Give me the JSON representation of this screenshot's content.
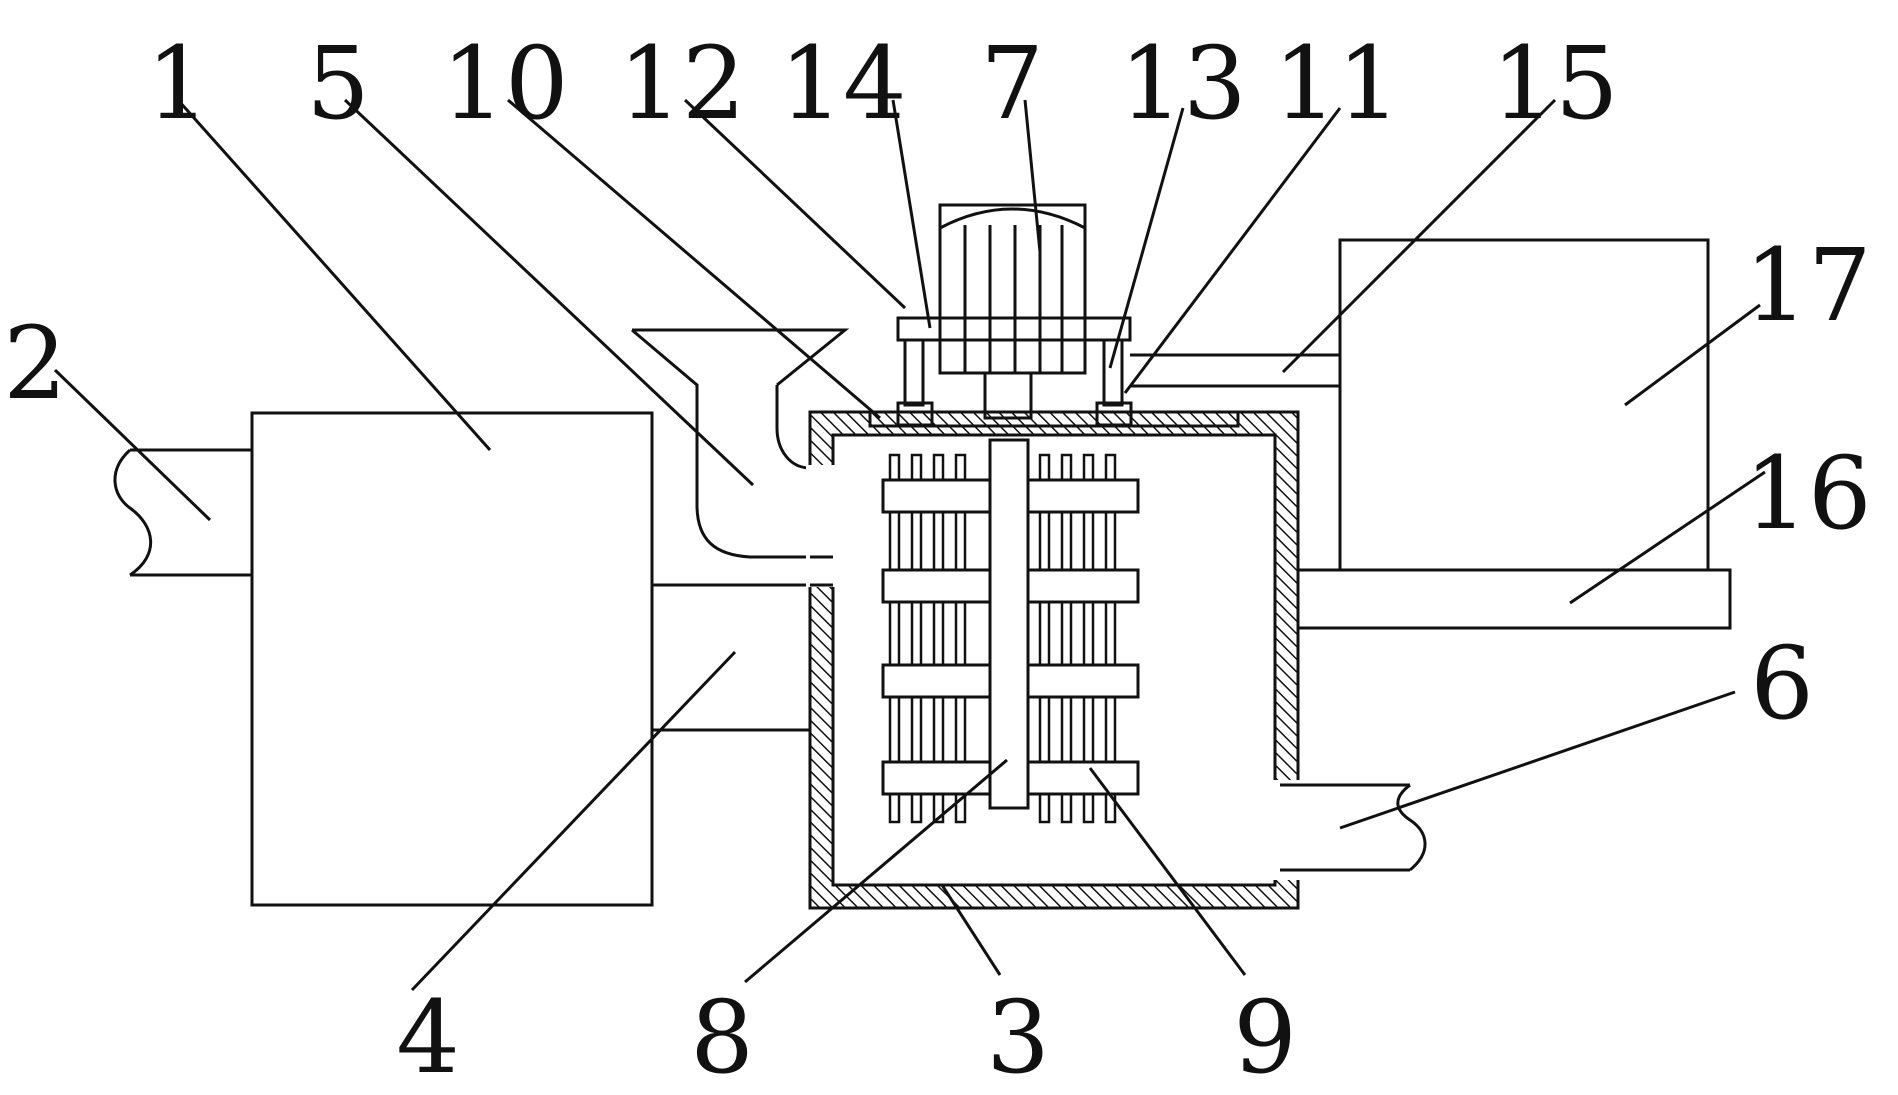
{
  "labels": {
    "l1": "1",
    "l2": "2",
    "l3": "3",
    "l4": "4",
    "l5": "5",
    "l6": "6",
    "l7": "7",
    "l8": "8",
    "l9": "9",
    "l10": "10",
    "l11": "11",
    "l12": "12",
    "l13": "13",
    "l14": "14",
    "l15": "15",
    "l16": "16",
    "l17": "17"
  },
  "colors": {
    "line": "#111111",
    "background": "#ffffff"
  }
}
